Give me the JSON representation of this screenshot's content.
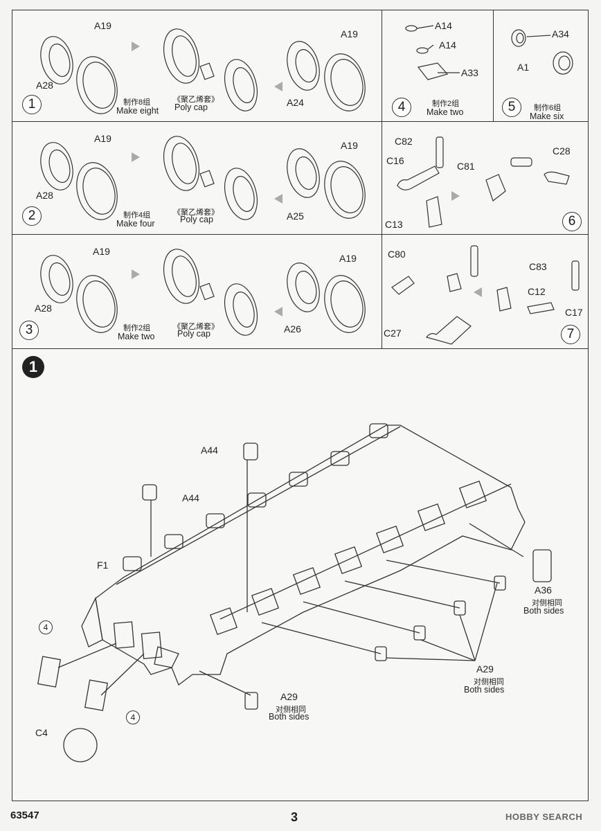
{
  "steps_top": [
    {
      "number": "1",
      "parts": {
        "a": "A19",
        "b": "A28",
        "c": "A19",
        "d": "A24"
      },
      "cn": "制作8组",
      "en": "Make eight",
      "cap_cn": "《聚乙烯套》",
      "cap_en": "Poly cap"
    },
    {
      "number": "2",
      "parts": {
        "a": "A19",
        "b": "A28",
        "c": "A19",
        "d": "A25"
      },
      "cn": "制作4组",
      "en": "Make four",
      "cap_cn": "《聚乙烯套》",
      "cap_en": "Poly cap"
    },
    {
      "number": "3",
      "parts": {
        "a": "A19",
        "b": "A28",
        "c": "A19",
        "d": "A26"
      },
      "cn": "制作2组",
      "en": "Make two",
      "cap_cn": "《聚乙烯套》",
      "cap_en": "Poly cap"
    }
  ],
  "step4": {
    "number": "4",
    "parts": [
      "A14",
      "A14",
      "A33"
    ],
    "cn": "制作2组",
    "en": "Make two"
  },
  "step5": {
    "number": "5",
    "parts": [
      "A34",
      "A1"
    ],
    "cn": "制作6组",
    "en": "Make six"
  },
  "step6": {
    "number": "6",
    "parts": [
      "C82",
      "C16",
      "C13",
      "C81",
      "C28"
    ]
  },
  "step7": {
    "number": "7",
    "parts": [
      "C80",
      "C27",
      "C83",
      "C12",
      "C17"
    ]
  },
  "main": {
    "number": "1",
    "labels": {
      "a44_top": "A44",
      "a44_left": "A44",
      "f1": "F1",
      "a36": "A36",
      "a29_right": "A29",
      "a29_bottom": "A29",
      "c4": "C4",
      "sub4a": "4",
      "sub4b": "4"
    },
    "both_cn": "对侧相同",
    "both_en": "Both sides"
  },
  "footer": {
    "code": "63547",
    "page": "3",
    "brand": "HOBBY SEARCH"
  }
}
